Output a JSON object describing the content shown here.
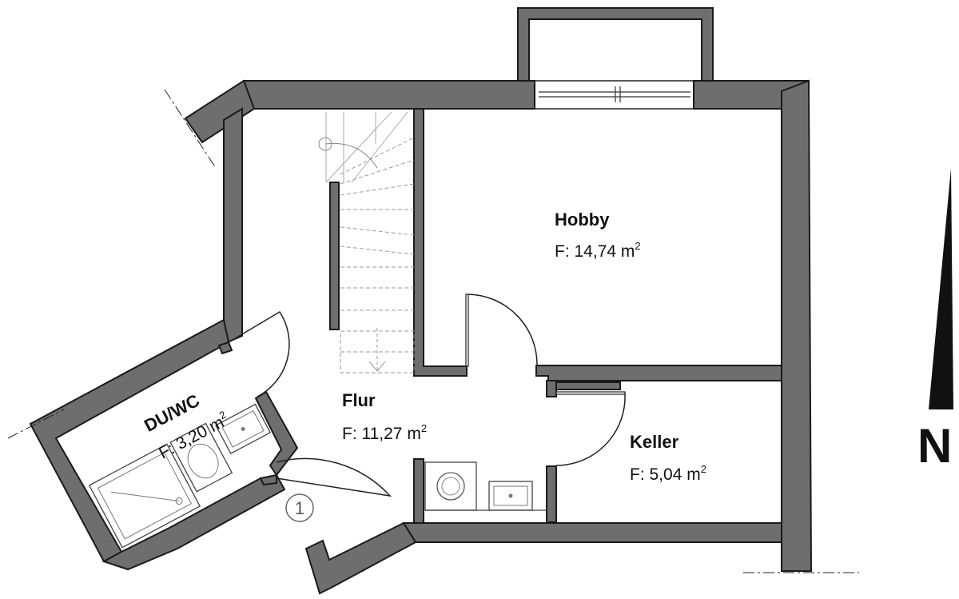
{
  "rooms": {
    "hobby": {
      "name": "Hobby",
      "area": "F: 14,74 m",
      "sup": "2"
    },
    "flur": {
      "name": "Flur",
      "area": "F: 11,27 m",
      "sup": "2"
    },
    "keller": {
      "name": "Keller",
      "area": "F: 5,04 m",
      "sup": "2"
    },
    "duwc": {
      "name": "DU/WC",
      "area": "F: 3,20 m",
      "sup": "2"
    }
  },
  "entrance_marker": "1",
  "north_label": "N",
  "colors": {
    "wall": "#6e6e6e",
    "outline": "#1a1a1a",
    "background": "#ffffff"
  }
}
